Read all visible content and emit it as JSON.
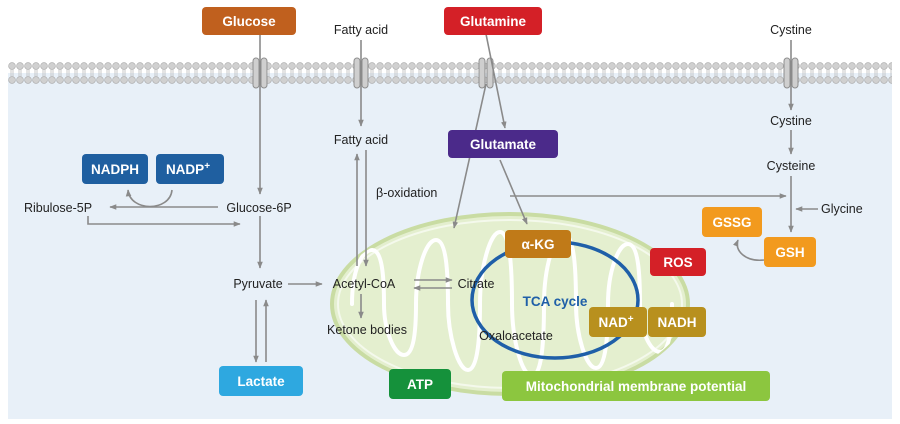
{
  "boxes": {
    "glucose": "Glucose",
    "glutamine": "Glutamine",
    "glutamate": "Glutamate",
    "nadph": "NADPH",
    "nadp": "NADP",
    "nadp_sup": "+",
    "alpha_kg": "α-KG",
    "ros": "ROS",
    "gssg": "GSSG",
    "gsh": "GSH",
    "nad": "NAD",
    "nad_sup": "+",
    "nadh": "NADH",
    "lactate": "Lactate",
    "atp": "ATP",
    "mito_potential": "Mitochondrial membrane potential"
  },
  "labels": {
    "fatty_acid_out": "Fatty acid",
    "fatty_acid_in": "Fatty acid",
    "beta_oxidation": "β-oxidation",
    "cystine_out": "Cystine",
    "cystine_in": "Cystine",
    "cysteine": "Cysteine",
    "glycine": "Glycine",
    "ribulose": "Ribulose-5P",
    "glucose6p": "Glucose-6P",
    "pyruvate": "Pyruvate",
    "acetyl_coa": "Acetyl-CoA",
    "citrate": "Citrate",
    "ketone_bodies": "Ketone bodies",
    "oxaloacetate": "Oxaloacetate",
    "tca_cycle": "TCA cycle"
  },
  "colors": {
    "glucose": "#c0601e",
    "glutamine": "#d42027",
    "glutamate": "#4b2a8a",
    "nadph": "#1f5fa0",
    "alpha_kg": "#c07a18",
    "ros": "#d42027",
    "gssg": "#f29a1e",
    "nad": "#b8901e",
    "lactate": "#2ea8e0",
    "atp": "#15913b",
    "mito_potential": "#8cc63f",
    "cytoplasm": "#e8f0f8",
    "mitochondrion": "#e4efcf",
    "tca_ring": "#1f5fa8",
    "arrow": "#8a8a8a"
  }
}
